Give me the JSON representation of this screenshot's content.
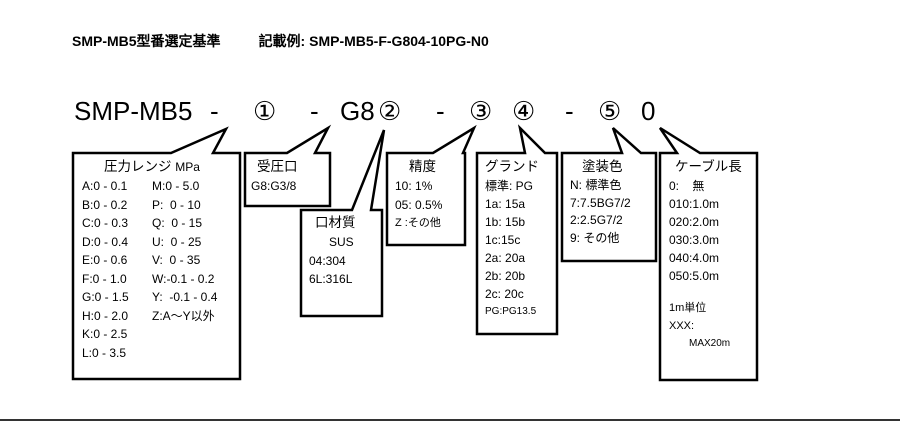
{
  "header": {
    "title": "SMP-MB5型番選定基準",
    "example_label": "記載例: SMP-MB5-F-G804-10PG-N0"
  },
  "model_code": {
    "parts": [
      "SMP-MB5",
      "-",
      "①",
      "-",
      "G8",
      "②",
      "-",
      "③",
      "④",
      "-",
      "⑤",
      "0"
    ]
  },
  "callouts": {
    "pressure_range": {
      "title": "圧力レンジ",
      "unit": "MPa",
      "left_column": [
        "A:0 - 0.1",
        "B:0 - 0.2",
        "C:0 - 0.3",
        "D:0 - 0.4",
        "E:0 - 0.6",
        "F:0 - 1.0",
        "G:0 - 1.5",
        "H:0 - 2.0",
        "K:0 - 2.5",
        "L:0 - 3.5"
      ],
      "right_column": [
        "M:0 - 5.0",
        "P:  0 - 10",
        "Q:  0 - 15",
        "U:  0 - 25",
        "V:  0 - 35",
        "W:-0.1 - 0.2",
        "Y:  -0.1 - 0.4",
        "Z:A〜Y以外"
      ]
    },
    "pressure_port": {
      "title": "受圧口",
      "items": [
        "G8:G3/8"
      ]
    },
    "port_material": {
      "title": "口材質",
      "subtitle": "SUS",
      "items": [
        "04:304",
        "6L:316L"
      ]
    },
    "accuracy": {
      "title": "精度",
      "items": [
        "10:  1%",
        "05:  0.5%",
        "Z  :その他"
      ]
    },
    "gland": {
      "title": "グランド",
      "items": [
        "標準: PG",
        "1a: 15a",
        "1b: 15b",
        "1c:15c",
        "2a: 20a",
        "2b: 20b",
        "2c: 20c"
      ],
      "note": "PG:PG13.5"
    },
    "paint_color": {
      "title": "塗装色",
      "items": [
        "N: 標準色",
        "7:7.5BG7/2",
        "2:2.5G7/2",
        "9: その他"
      ]
    },
    "cable_length": {
      "title": "ケーブル長",
      "items": [
        "0:    無",
        "010:1.0m",
        "020:2.0m",
        "030:3.0m",
        "040:4.0m",
        "050:5.0m"
      ],
      "unit_note": "1m単位",
      "custom_code": "XXX:",
      "max_note": "MAX20m"
    }
  },
  "colors": {
    "ink": "#000000",
    "background": "#ffffff"
  }
}
